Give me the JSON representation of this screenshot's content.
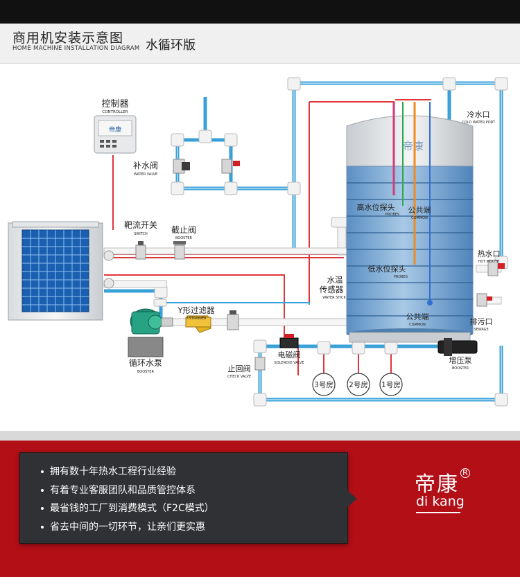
{
  "header": {
    "title_cn": "商用机安装示意图",
    "title_en": "HOME MACHINE INSTALLATION DIAGRAM",
    "title_sub": "水循环版"
  },
  "labels": {
    "controller_cn": "控制器",
    "controller_en": "CONTROLLER",
    "controller_logo": "帝康",
    "water_valve_cn": "补水阀",
    "water_valve_en": "WATER VALVE",
    "switch_cn": "靶流开关",
    "switch_en": "SWITCH",
    "shutoff_cn": "截止阀",
    "shutoff_en": "BOOSTER",
    "strainer_cn": "Y形过滤器",
    "strainer_en": "Y-STRAINER",
    "pump_cn": "循环水泵",
    "pump_en": "BOOSTER",
    "check_cn": "止回阀",
    "check_en": "CHECK VALVE",
    "solenoid_cn": "电磁阀",
    "solenoid_en": "SOLENOID VALVE",
    "room3": "3号房",
    "room2": "2号房",
    "room1": "1号房",
    "cold_cn": "冷水口",
    "cold_en": "COLD WATER PORT",
    "high_cn": "高水位探头",
    "high_en": "PROBES",
    "common1_cn": "公共端",
    "common1_en": "COMMON",
    "low_cn": "低水位探头",
    "low_en": "PROBES",
    "temp_cn_1": "水温",
    "temp_cn_2": "传感器",
    "temp_en": "WATER STICK",
    "common2_cn": "公共端",
    "common2_en": "COMMON",
    "hot_cn": "热水口",
    "hot_en": "HOT MOUTH",
    "sewage_cn": "排污口",
    "sewage_en": "SEWAGE",
    "booster_cn": "增压泵",
    "booster_en": "BOOSTER",
    "tank_logo": "帝康"
  },
  "features": [
    "拥有数十年热水工程行业经验",
    "有着专业客服团队和品质管控体系",
    "最省钱的工厂到消费模式（F2C模式）",
    "省去中间的一切环节，让亲们更实惠"
  ],
  "brand": {
    "cn": "帝康",
    "reg": "R",
    "en": "di kang"
  },
  "colors": {
    "cold_pipe": "#3aa0d8",
    "hot_pipe": "#e0353b",
    "accent_red": "#b20f17",
    "panel": "#2f3134"
  }
}
